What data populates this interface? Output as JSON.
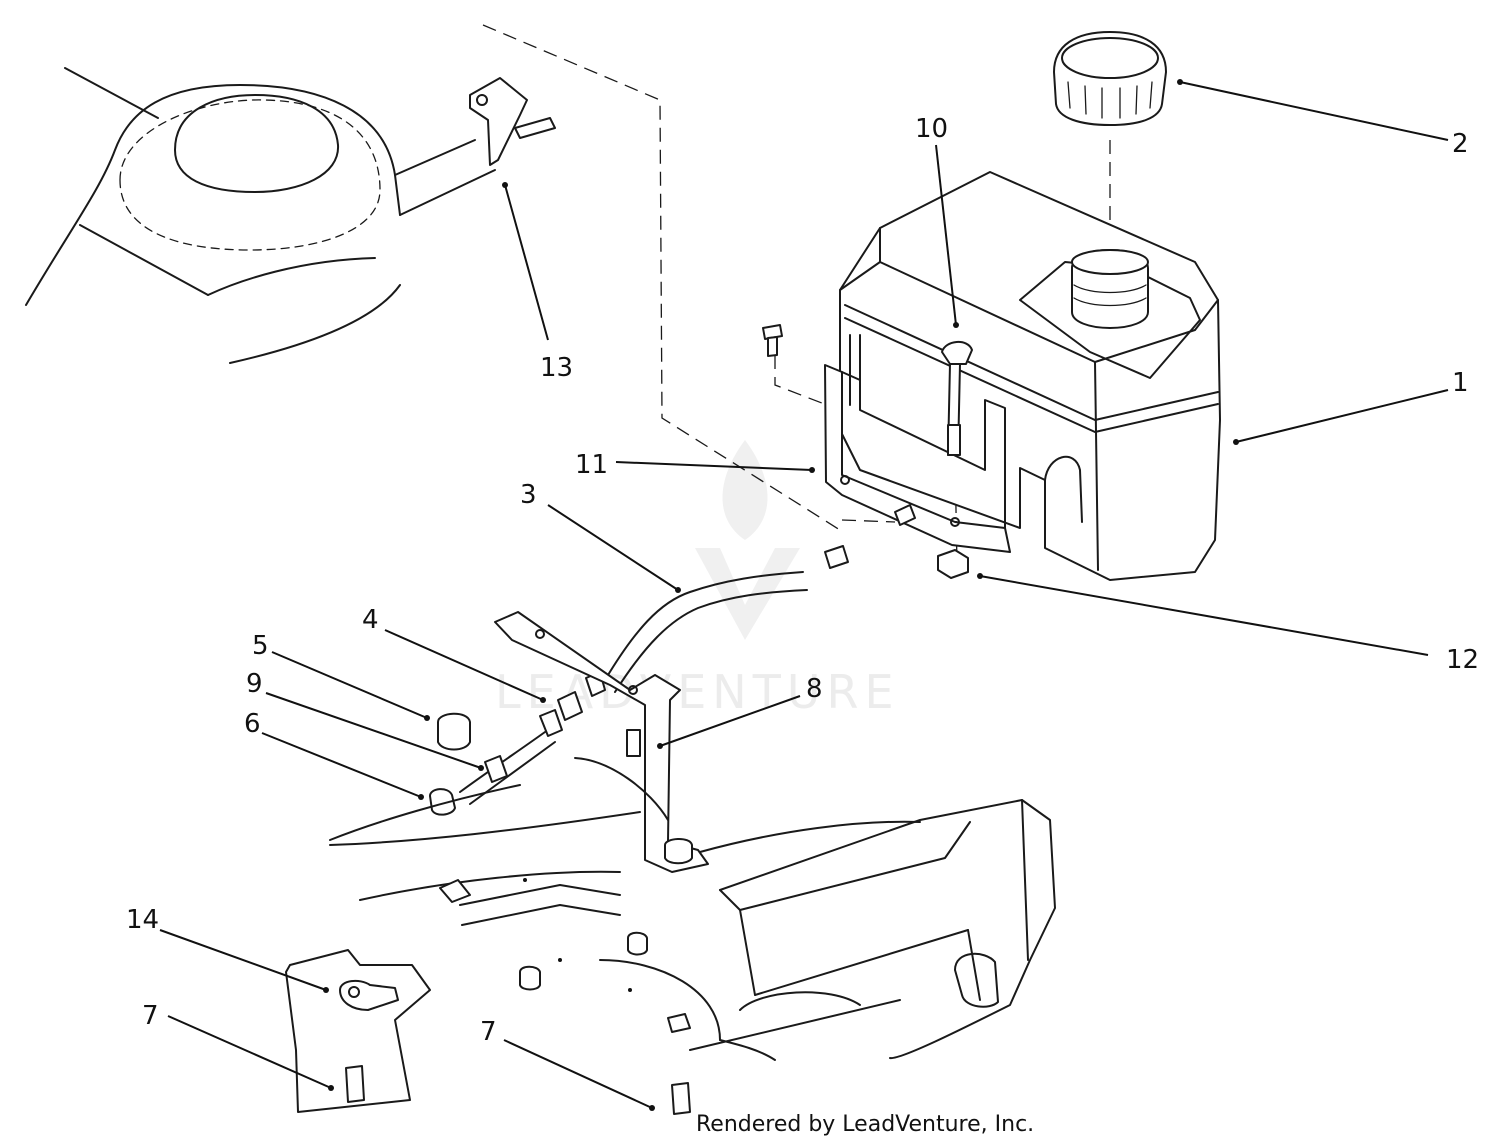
{
  "diagram": {
    "callouts": [
      "1",
      "2",
      "3",
      "4",
      "5",
      "6",
      "7",
      "7",
      "8",
      "9",
      "10",
      "11",
      "12",
      "13",
      "14"
    ],
    "watermark": "LEADVENTURE",
    "credit": "Rendered by LeadVenture, Inc."
  },
  "colors": {
    "ink": "#1a1a1a",
    "background": "#ffffff",
    "watermark": "#ececec"
  }
}
